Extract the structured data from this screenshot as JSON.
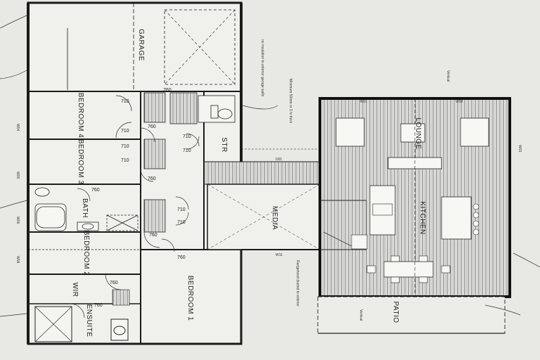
{
  "rooms": {
    "garage": "GARAGE",
    "bedroom4": "BEDROOM 4",
    "bedroom3": "BEDROOM 3",
    "bath": "BATH",
    "bedroom2": "BEDROOM 2",
    "wir": "WIR",
    "ensuite": "ENSUITE",
    "bedroom1": "BEDROOM 1",
    "str": "STR",
    "media": "MEDIA",
    "lounge": "LOUNGE",
    "kitchen": "KITCHEN",
    "patio": "PATIO"
  },
  "doors": {
    "d760a": "760",
    "d710a": "710",
    "d710b": "710",
    "d760b": "760",
    "d710c": "710",
    "d710d": "710",
    "d710e": "710",
    "d710f": "710",
    "d760c": "760",
    "d760d": "760",
    "d710g": "710",
    "d710h": "710",
    "d760e": "760",
    "d760f": "760",
    "d760g": "760",
    "d760h": "760"
  },
  "windows": {
    "w01": "W01",
    "w02": "W02",
    "d01": "D01",
    "w11": "W11",
    "w05": "W05",
    "w06": "W06",
    "w08": "W08",
    "w04": "W04",
    "w03": "W03"
  },
  "notes": {
    "vertical_top": "Vertical",
    "vertical_bottom": "Vertical",
    "no_insulation": "no insulation to exterior garage walls",
    "min_tiled": "Minimum 50mm or 3 hr thick",
    "rangehood": "Rangehood ducted to exterior"
  }
}
